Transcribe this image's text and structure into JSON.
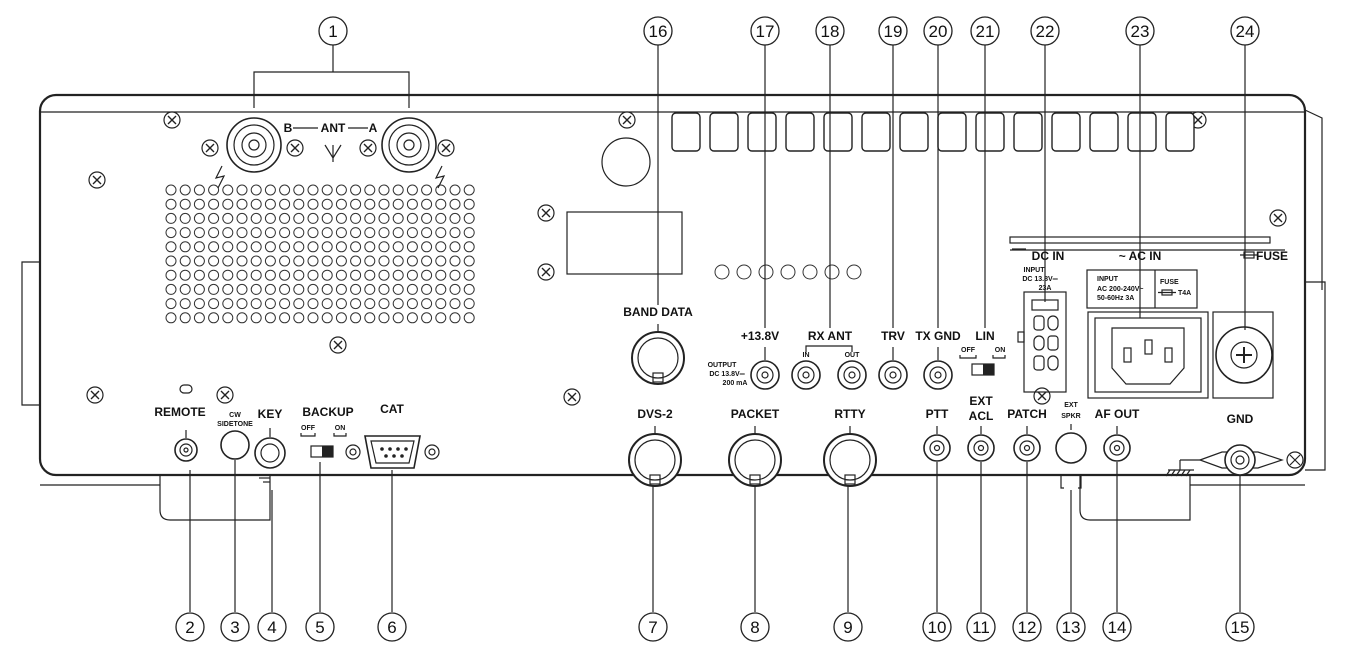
{
  "callouts": [
    "1",
    "2",
    "3",
    "4",
    "5",
    "6",
    "7",
    "8",
    "9",
    "10",
    "11",
    "12",
    "13",
    "14",
    "15",
    "16",
    "17",
    "18",
    "19",
    "20",
    "21",
    "22",
    "23",
    "24"
  ],
  "labels": {
    "ant": "ANT",
    "ant_b": "B",
    "ant_a": "A",
    "remote": "REMOTE",
    "cw_sidetone_1": "CW",
    "cw_sidetone_2": "SIDETONE",
    "key": "KEY",
    "backup": "BACKUP",
    "backup_off": "OFF",
    "backup_on": "ON",
    "cat": "CAT",
    "band_data": "BAND DATA",
    "dvs2": "DVS-2",
    "packet": "PACKET",
    "rtty": "RTTY",
    "plus138v": "+13.8V",
    "output_1": "OUTPUT",
    "output_2": "DC 13.8V═",
    "output_3": "200 mA",
    "rx_ant": "RX ANT",
    "rx_in": "IN",
    "rx_out": "OUT",
    "trv": "TRV",
    "tx_gnd": "TX GND",
    "lin": "LIN",
    "lin_off": "OFF",
    "lin_on": "ON",
    "ptt": "PTT",
    "ext_acl_1": "EXT",
    "ext_acl_2": "ACL",
    "patch": "PATCH",
    "ext_spkr_1": "EXT",
    "ext_spkr_2": "SPKR",
    "af_out": "AF OUT",
    "gnd": "GND",
    "dc_in": "DC IN",
    "dc_input_1": "INPUT",
    "dc_input_2": "DC 13.8V═",
    "dc_input_3": "23A",
    "ac_in": "~ AC IN",
    "ac_input_1": "INPUT",
    "ac_input_2": "AC 200-240V~",
    "ac_input_3": "50-60Hz 3A",
    "fuse_1": "FUSE",
    "fuse_2": "T4A",
    "fuse_top": "FUSE"
  }
}
